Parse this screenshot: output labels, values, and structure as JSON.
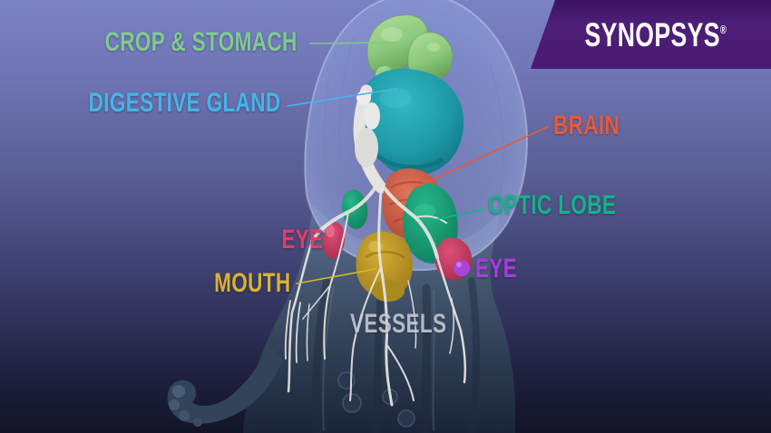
{
  "banner": {
    "logo_text": "SYNOPSYS",
    "registered_mark": "®",
    "background_color": "#4a1c72",
    "text_color": "#ffffff"
  },
  "figure": {
    "subject": "translucent 3D scan render of an octopus with internal organs highlighted",
    "background_top_color": "#7b82c5",
    "background_bottom_color": "#131427"
  },
  "labels": {
    "crop_stomach": {
      "text": "CROP & STOMACH",
      "color": "#7ecb8f"
    },
    "digestive_gland": {
      "text": "DIGESTIVE GLAND",
      "color": "#45b5e8"
    },
    "brain": {
      "text": "BRAIN",
      "color": "#e8593a"
    },
    "optic_lobe": {
      "text": "OPTIC LOBE",
      "color": "#16b288"
    },
    "eye_left": {
      "text": "EYE",
      "color": "#e73b62"
    },
    "eye_right": {
      "text": "EYE",
      "color": "#a93ddb"
    },
    "mouth": {
      "text": "MOUTH",
      "color": "#d9b32f"
    },
    "vessels": {
      "text": "VESSELS",
      "color": "#c9ced9"
    }
  },
  "organ_colors": {
    "crop_stomach": "#8cc97c",
    "digestive_gland": "#1d97a4",
    "brain": "#d0604a",
    "optic_lobe": "#1aa87a",
    "eye": "#d04570",
    "eye_lens": "#a845d6",
    "mouth": "#c3a028",
    "vessels": "#e6e7e3",
    "body": "#3a4c62"
  }
}
